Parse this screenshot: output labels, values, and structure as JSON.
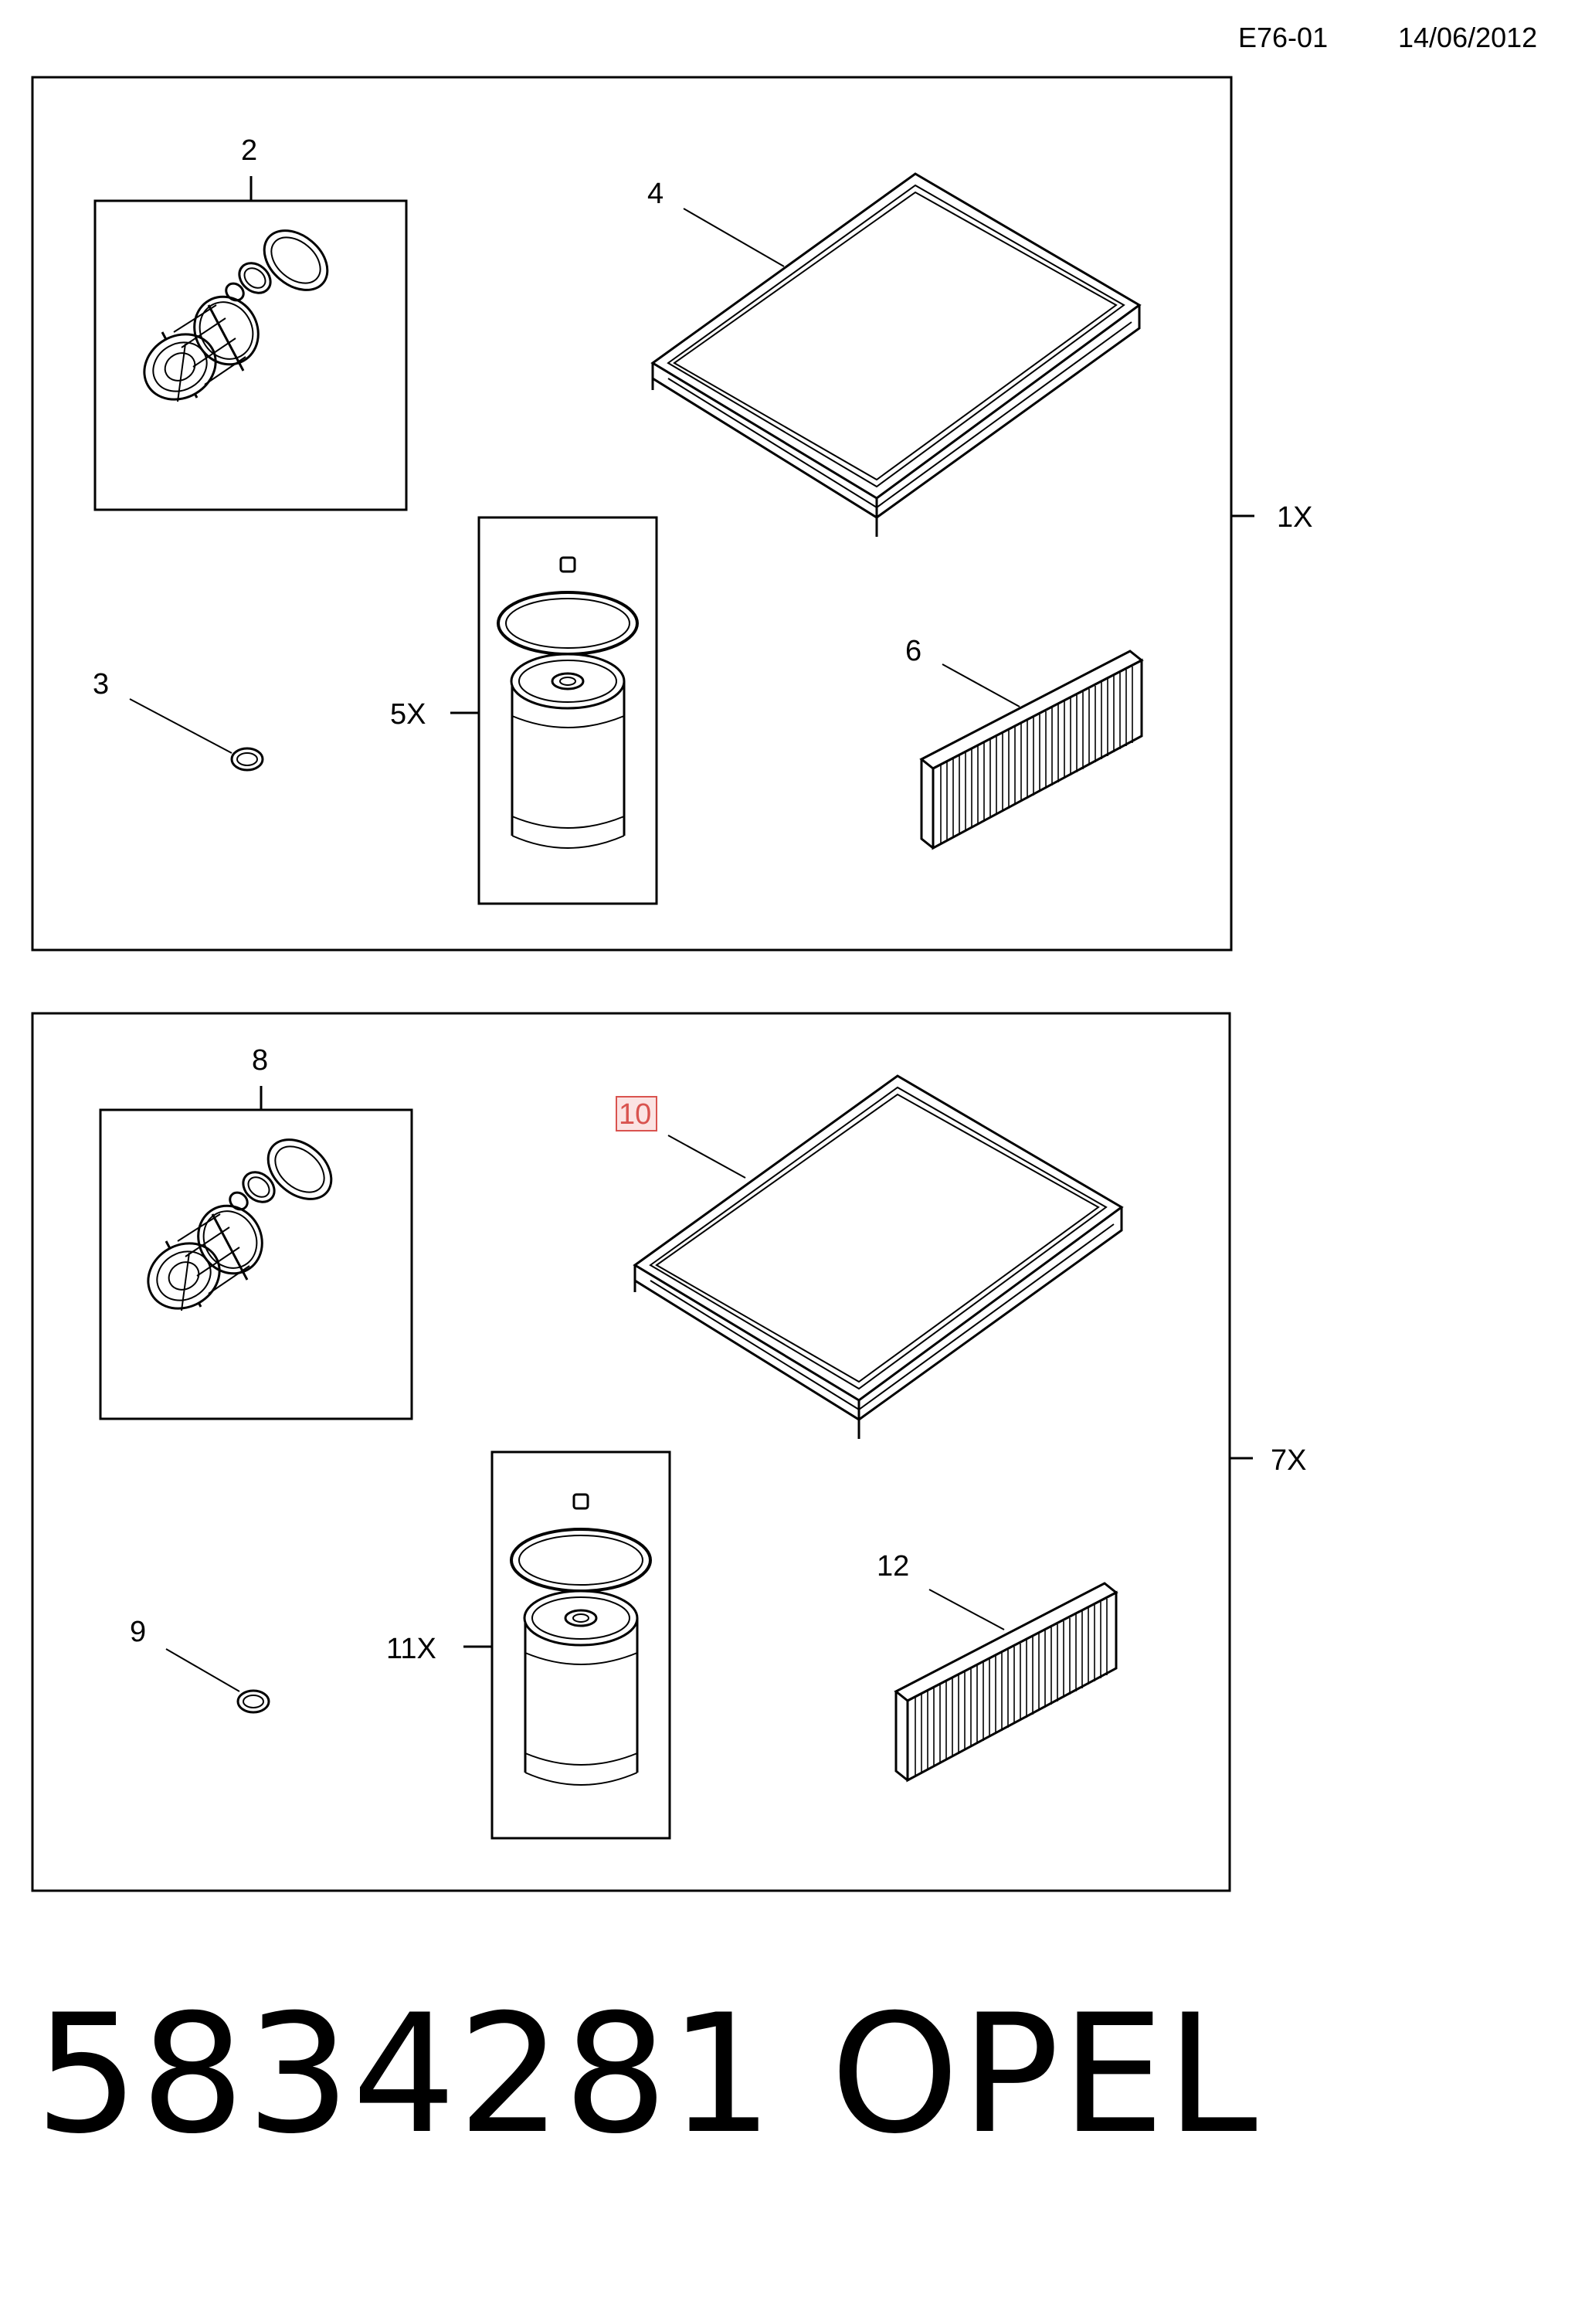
{
  "header": {
    "code": "E76-01",
    "date": "14/06/2012"
  },
  "panels": [
    {
      "qty_label": "1X",
      "callouts": {
        "oil_filter": "2",
        "drain_washer": "3",
        "air_filter": "4",
        "fuel_filter": "5X",
        "cabin_filter": "6"
      }
    },
    {
      "qty_label": "7X",
      "callouts": {
        "oil_filter": "8",
        "drain_washer": "9",
        "air_filter": "10",
        "fuel_filter": "11X",
        "cabin_filter": "12"
      }
    }
  ],
  "footer": {
    "part_number": "5834281",
    "brand": "OPEL"
  },
  "colors": {
    "line": "#000000",
    "highlight": "#d9534f",
    "highlight_fill": "#fbe3e3"
  }
}
